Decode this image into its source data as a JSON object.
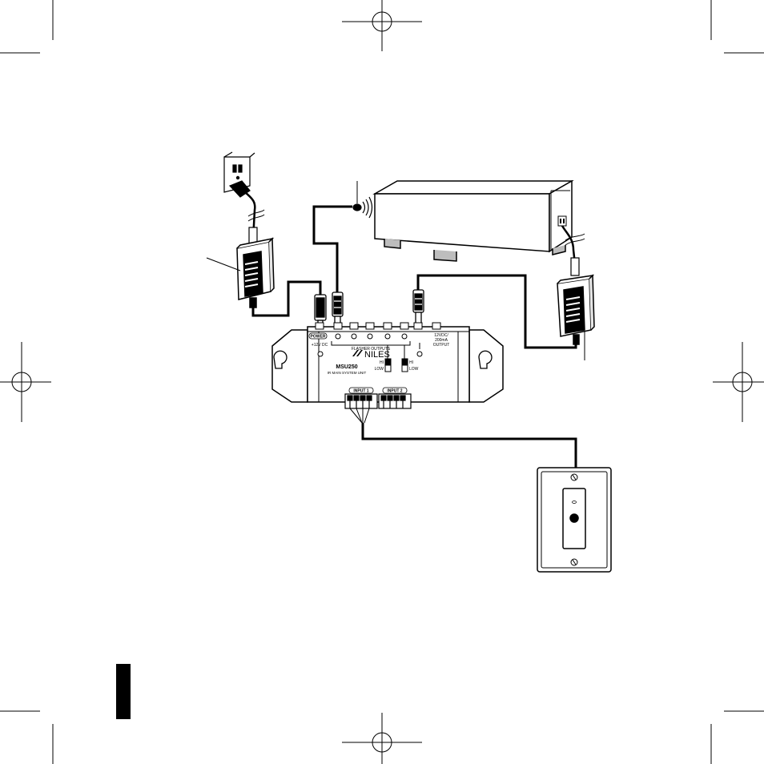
{
  "unit": {
    "brand": "NILES",
    "model": "MSU250",
    "subtitle": "IR MAIN SYSTEM UNIT",
    "power_label": "POWER",
    "power_voltage": "+12V DC",
    "flasher_label": "FLASHER OUTPUTS",
    "output_label_line1": "12VDC/",
    "output_label_line2": "200mA",
    "output_label_line3": "OUTPUT",
    "switch1_hi": "HI",
    "switch1_low": "LOW",
    "switch2_hi": "HI",
    "switch2_low": "LOW",
    "input1_label": "INPUT 1",
    "input2_label": "INPUT 2"
  },
  "colors": {
    "line": "#000000",
    "background": "#ffffff",
    "shade": "#e6e6e6",
    "shade_dark": "#bdbdbd"
  }
}
